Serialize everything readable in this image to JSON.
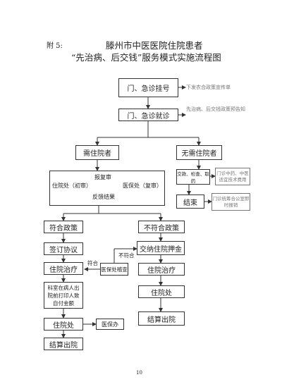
{
  "header": {
    "attachment": "附 5:",
    "title_line1": "滕州市中医医院住院患者",
    "title_line2": "“先治病、后交钱”服务模式实施流程图"
  },
  "nodes": {
    "outpatient_register": "门、急诊挂号",
    "outpatient_visit": "门、急诊就诊",
    "need_admission": "需住院者",
    "no_admission": "无需住院者",
    "admission_office": "住院处（初审）",
    "insurance_office": "医保处（复审）",
    "report_review": "报复审",
    "feedback_result": "反馈结果",
    "exam_lab_meds": "交款、检查、取药",
    "tcm_service": "门诊中药、中医适宜技术费用",
    "end": "结束",
    "outpatient_pooling": "门诊统筹合公室即时报销",
    "policy_ok": "符合政策",
    "policy_not_ok": "不符合政策",
    "sign_agreement": "签订协议",
    "pay_deposit": "交纳住院押金",
    "treatment_left": "住院治疗",
    "treatment_right": "住院治疗",
    "insurance_review": "医保处稽查",
    "ward_print": "科室在病人出院前打印人致自付金额",
    "discharge_left": "住院处",
    "insurance_handle": "医保办",
    "settle_left": "结算出院",
    "discharge_right": "住院处",
    "settle_right": "结算出院"
  },
  "notes": {
    "rural_policy_flyer": "下发农合政策宣传单",
    "treat_first_notice": "先治病、后交钱政策预告知"
  },
  "edge_labels": {
    "compliant": "符合",
    "non_compliant": "不符合"
  },
  "page_number": "10"
}
